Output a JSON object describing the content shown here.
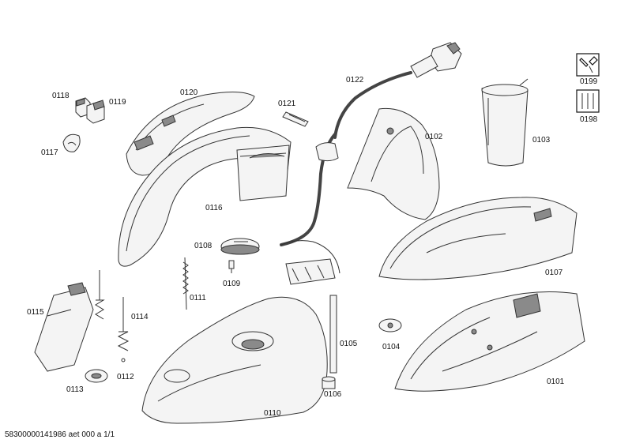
{
  "parts": {
    "p0101": "0101",
    "p0102": "0102",
    "p0103": "0103",
    "p0104": "0104",
    "p0105": "0105",
    "p0106": "0106",
    "p0107": "0107",
    "p0108": "0108",
    "p0109": "0109",
    "p0110": "0110",
    "p0111": "0111",
    "p0112": "0112",
    "p0113": "0113",
    "p0114": "0114",
    "p0115": "0115",
    "p0116": "0116",
    "p0117": "0117",
    "p0118": "0118",
    "p0119": "0119",
    "p0120": "0120",
    "p0121": "0121",
    "p0122": "0122",
    "p0198": "0198",
    "p0199": "0199"
  },
  "icons": {
    "service_tool": "wrench-screwdriver-icon",
    "tool_set": "tool-set-icon"
  },
  "footer": "58300000141986 aet 000 a 1/1"
}
